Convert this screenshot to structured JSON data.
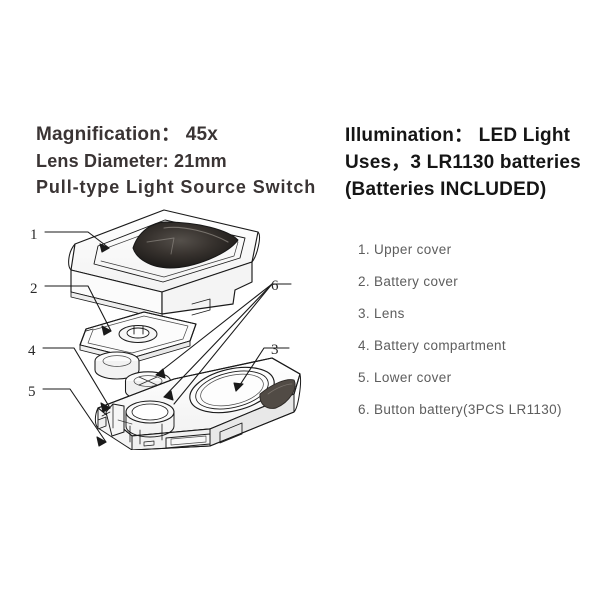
{
  "product": {
    "specs": {
      "magnification_label": "Magnification：",
      "magnification_value": "45x",
      "line1": "Magnification：  45x",
      "line2": "Lens Diameter: 21mm",
      "line3": "Pull-type Light Source Switch",
      "lens_diameter_label": "Lens Diameter:",
      "lens_diameter_value": "21mm",
      "switch_type": "Pull-type Light Source Switch"
    },
    "illumination": {
      "line1": "Illumination：  LED Light",
      "line2": "Uses，3 LR1130 batteries",
      "line3": "(Batteries INCLUDED)",
      "illumination_label": "Illumination：",
      "illumination_value": "LED Light",
      "battery_type": "LR1130",
      "battery_count": "3",
      "included_note": "(Batteries INCLUDED)"
    }
  },
  "legend": {
    "items": [
      {
        "num": "1",
        "label": "1. Upper cover",
        "part": "Upper cover"
      },
      {
        "num": "2",
        "label": "2. Battery cover",
        "part": "Battery cover"
      },
      {
        "num": "3",
        "label": "3. Lens",
        "part": "Lens"
      },
      {
        "num": "4",
        "label": "4. Battery compartment",
        "part": "Battery compartment"
      },
      {
        "num": "5",
        "label": "5. Lower cover",
        "part": "Lower cover"
      },
      {
        "num": "6",
        "label": "6. Button battery(3PCS LR1130)",
        "part": "Button battery(3PCS LR1130)"
      }
    ]
  },
  "diagram": {
    "type": "exploded-assembly-drawing",
    "callouts": [
      {
        "id": "1",
        "text": "1",
        "points_to": "Upper cover"
      },
      {
        "id": "2",
        "text": "2",
        "points_to": "Battery cover"
      },
      {
        "id": "3",
        "text": "3",
        "points_to": "Lens"
      },
      {
        "id": "4",
        "text": "4",
        "points_to": "Battery compartment"
      },
      {
        "id": "5",
        "text": "5",
        "points_to": "Lower cover"
      },
      {
        "id": "6",
        "text": "6",
        "points_to": "Button battery (3 PCS)"
      }
    ]
  },
  "colors": {
    "background": "#ffffff",
    "spec_text": "#3a3434",
    "illumination_text": "#151515",
    "legend_text": "#5d5d5d",
    "line_ink": "#1a1a1a",
    "shade_dark": "#2e2b28",
    "shade_mid": "#6b6560"
  }
}
